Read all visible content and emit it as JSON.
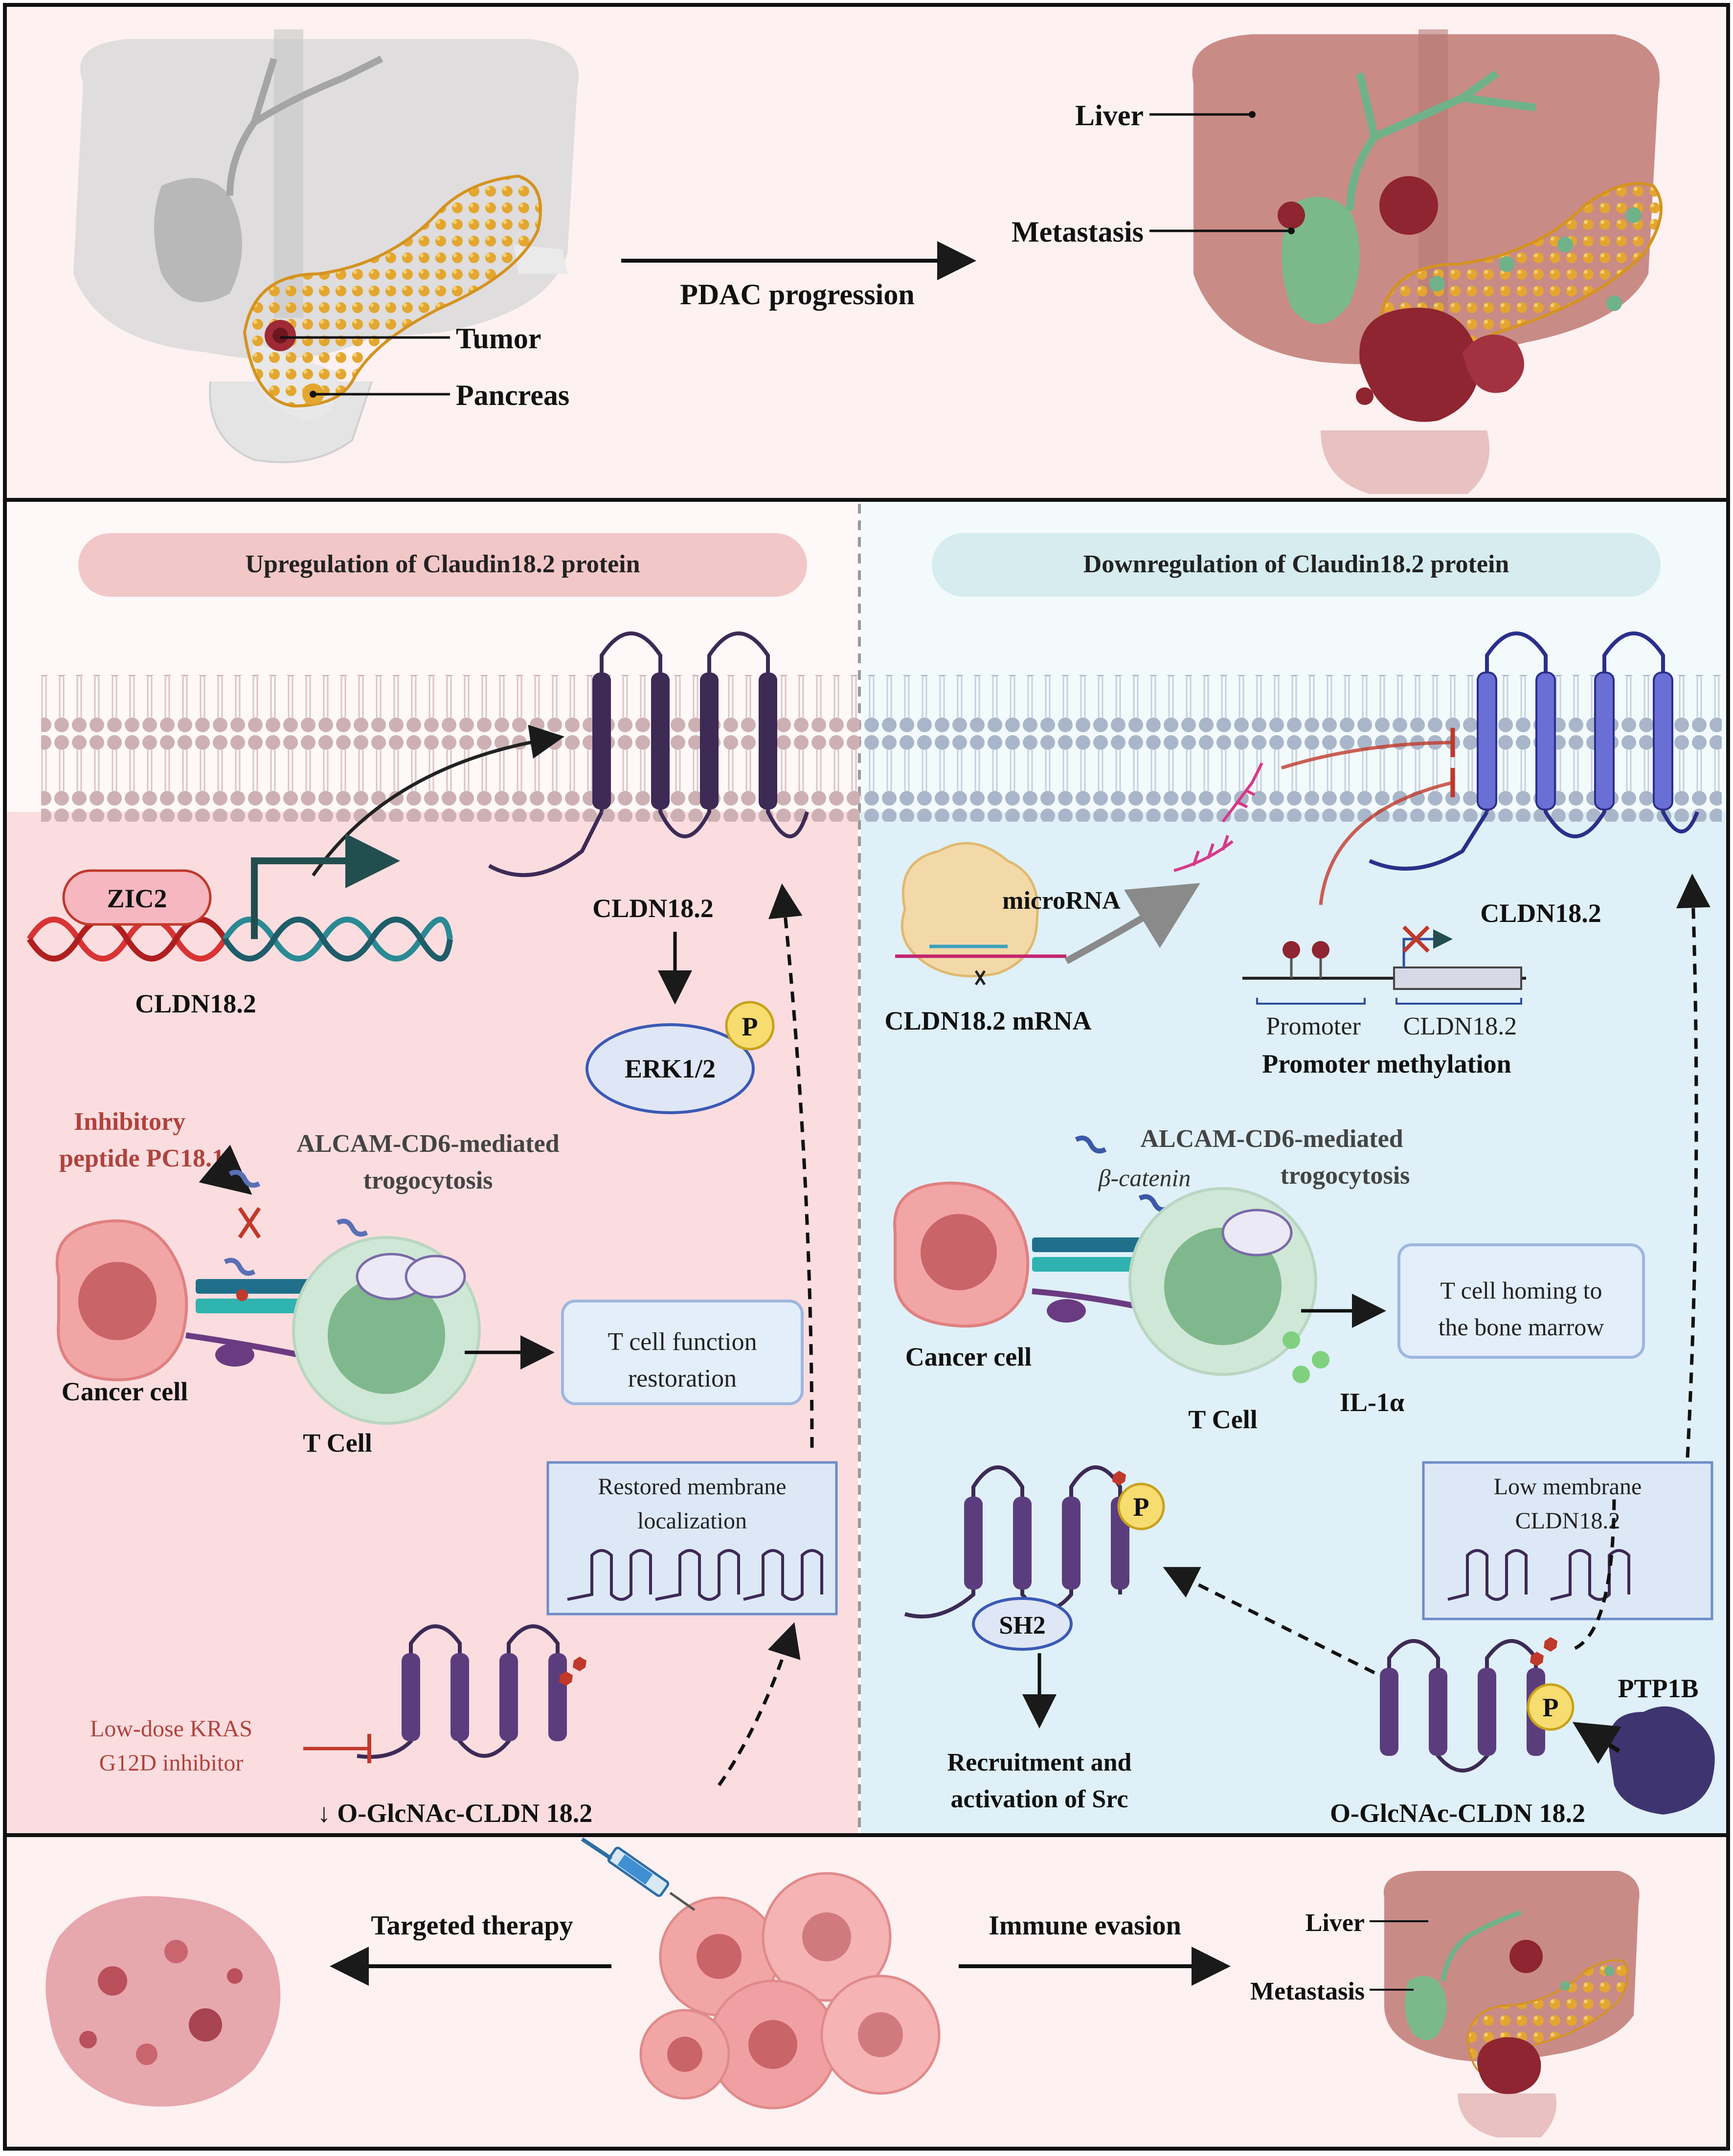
{
  "top_panel": {
    "label_tumor": "Tumor",
    "label_pancreas": "Pancreas",
    "arrow_label": "PDAC progression",
    "label_liver": "Liver",
    "label_metastasis": "Metastasis"
  },
  "left_panel": {
    "header": "Upregulation of Claudin18.2 protein",
    "zic2": "ZIC2",
    "gene_label": "CLDN18.2",
    "protein_label": "CLDN18.2",
    "erk": "ERK1/2",
    "phospho": "P",
    "inhibitory_line1": "Inhibitory",
    "inhibitory_line2": "peptide PC18.1",
    "trogo_line1": "ALCAM-CD6-mediated",
    "trogo_line2": "trogocytosis",
    "cancer_cell": "Cancer cell",
    "t_cell": "T Cell",
    "tcell_box_line1": "T cell function",
    "tcell_box_line2": "restoration",
    "restored_line1": "Restored membrane",
    "restored_line2": "localization",
    "kras_line1": "Low-dose KRAS",
    "kras_line2": "G12D inhibitor",
    "oglcnac": "↓ O-GlcNAc-CLDN 18.2"
  },
  "right_panel": {
    "header": "Downregulation of Claudin18.2 protein",
    "protein_label": "CLDN18.2",
    "microrna": "microRNA",
    "mrna": "CLDN18.2 mRNA",
    "promoter": "Promoter",
    "gene": "CLDN18.2",
    "promoter_methylation": "Promoter methylation",
    "beta_catenin": "β-catenin",
    "trogo_line1": "ALCAM-CD6-mediated",
    "trogo_line2": "trogocytosis",
    "cancer_cell": "Cancer cell",
    "t_cell": "T Cell",
    "il": "IL-1α",
    "homing_line1": "T cell homing to",
    "homing_line2": "the bone marrow",
    "low_line1": "Low membrane",
    "low_line2": "CLDN18.2",
    "phospho": "P",
    "sh2": "SH2",
    "src_line1": "Recruitment and",
    "src_line2": "activation of Src",
    "phospho2": "P",
    "ptp1b": "PTP1B",
    "oglcnac": "O-GlcNAc-CLDN 18.2"
  },
  "bottom_panel": {
    "targeted": "Targeted therapy",
    "immune": "Immune evasion",
    "liver": "Liver",
    "metastasis": "Metastasis"
  },
  "colors": {
    "left_header": "#f2c7c8",
    "right_header": "#d6ecef",
    "left_cytoplasm": "#fbdde0",
    "right_cytoplasm": "#dff0f8",
    "claudin_left": "#3d2a55",
    "claudin_right": "#6a6fd6",
    "inhibit_red": "#c0392b"
  }
}
